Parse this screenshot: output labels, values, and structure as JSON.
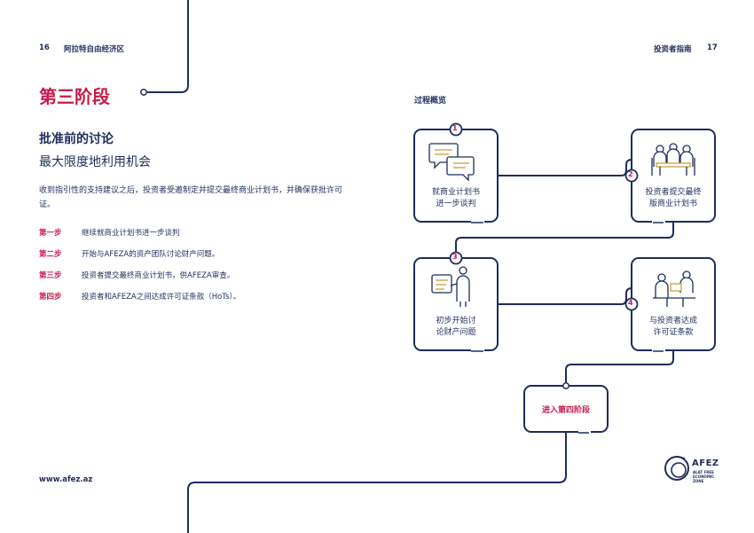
{
  "header": {
    "left_page_number": "16",
    "left_title": "阿拉特自由经济区",
    "right_title": "投资者指南",
    "right_page_number": "17"
  },
  "section": {
    "title": "第三阶段",
    "subtitle": "批准前的讨论",
    "tagline": "最大限度地利用机会",
    "intro": "收到指引性的支持建议之后，投资者受邀制定并提交最终商业计划书，并确保获批许可证。"
  },
  "steps": [
    {
      "label": "第一步",
      "text": "继续就商业计划书进一步谈判"
    },
    {
      "label": "第二步",
      "text": "开始与AFEZA的资产团队讨论财产问题。"
    },
    {
      "label": "第三步",
      "text": "投资者提交最终商业计划书，供AFEZA审查。"
    },
    {
      "label": "第四步",
      "text": "投资者和AFEZA之间达成许可证条款（HoTs）。"
    }
  ],
  "process": {
    "title": "过程概览",
    "boxes": [
      {
        "number": "1",
        "line1": "就商业计划书",
        "line2": "进一步谈判",
        "icon": "chat-bubbles-icon"
      },
      {
        "number": "2",
        "line1": "投资者提交最终",
        "line2": "版商业计划书",
        "icon": "meeting-table-icon"
      },
      {
        "number": "3",
        "line1": "初步开始讨",
        "line2": "论财产问题",
        "icon": "presenter-icon"
      },
      {
        "number": "4",
        "line1": "与投资者达成",
        "line2": "许可证条款",
        "icon": "negotiation-icon"
      }
    ],
    "final": "进入第四阶段"
  },
  "footer": {
    "website": "www.afez.az",
    "logo_name": "AFEZ",
    "logo_sub1": "ALAT FREE",
    "logo_sub2": "ECONOMIC",
    "logo_sub3": "ZONE"
  },
  "colors": {
    "navy": "#1f2d5c",
    "accent": "#c8194b"
  }
}
